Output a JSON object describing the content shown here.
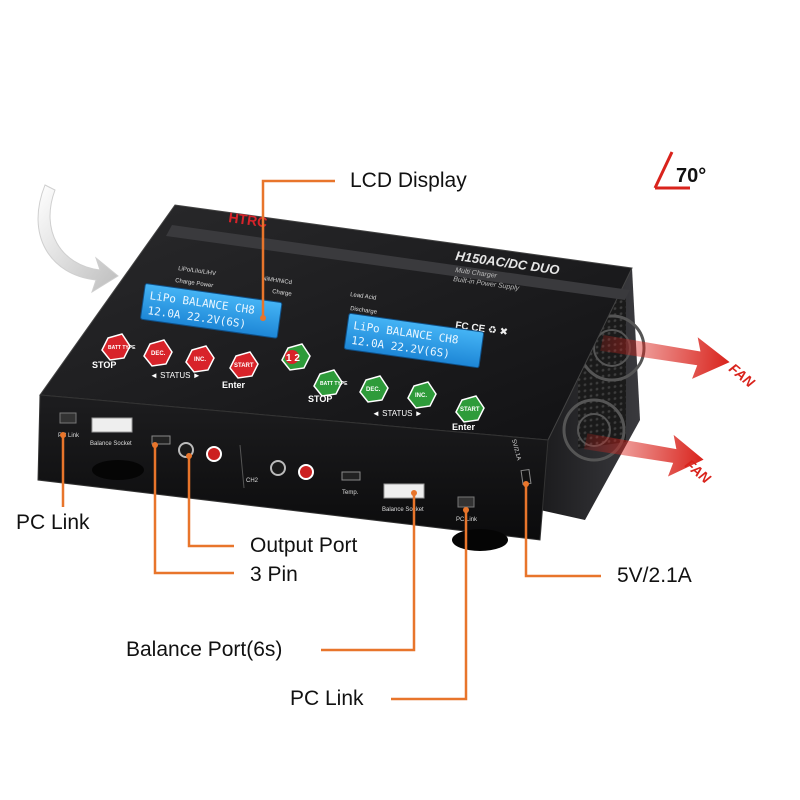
{
  "callouts": {
    "lcd_display": "LCD Display",
    "pc_link_left": "PC Link",
    "output_port": "Output Port",
    "three_pin": "3 Pin",
    "balance_port": "Balance Port(6s)",
    "pc_link_bottom": "PC Link",
    "usb": "5V/2.1A"
  },
  "angle": "70°",
  "fan_labels": [
    "FAN",
    "FAN"
  ],
  "device": {
    "model": "H150AC/DC DUO",
    "subtitle_1": "Multi Charger",
    "subtitle_2": "Built-in Power Supply",
    "lcd1_line1": "LiPo BALANCE CH8",
    "lcd1_line2": "12.0A  22.2V(6S)",
    "lcd2_line1": "LiPo BALANCE CH8",
    "lcd2_line2": "12.0A  22.2V(6S)",
    "buttons": {
      "batt_type": "BATT TYPE",
      "dec": "DEC.",
      "inc": "INC.",
      "start": "START",
      "stop": "STOP",
      "status": "◄ STATUS ►",
      "enter": "Enter",
      "channel": "1 2"
    },
    "ports": {
      "pc_link": "PC Link",
      "balance_socket": "Balance Socket",
      "temp": "Temp.",
      "ch2": "CH2",
      "usb_label": "5V/2.1A"
    },
    "info_labels": {
      "lipo": "LiPo/LiIo/LiHV",
      "nimh": "NiMH/NiCd",
      "lead_acid": "Lead Acid",
      "charge_power": "Charge Power",
      "charge": "Charge",
      "discharge": "Discharge"
    }
  },
  "colors": {
    "accent": "#e8752b",
    "red_button": "#d8232a",
    "green_button": "#2e9b3a",
    "lcd_blue": "#2f9fe8",
    "fan_arrow": "#d9231c"
  }
}
